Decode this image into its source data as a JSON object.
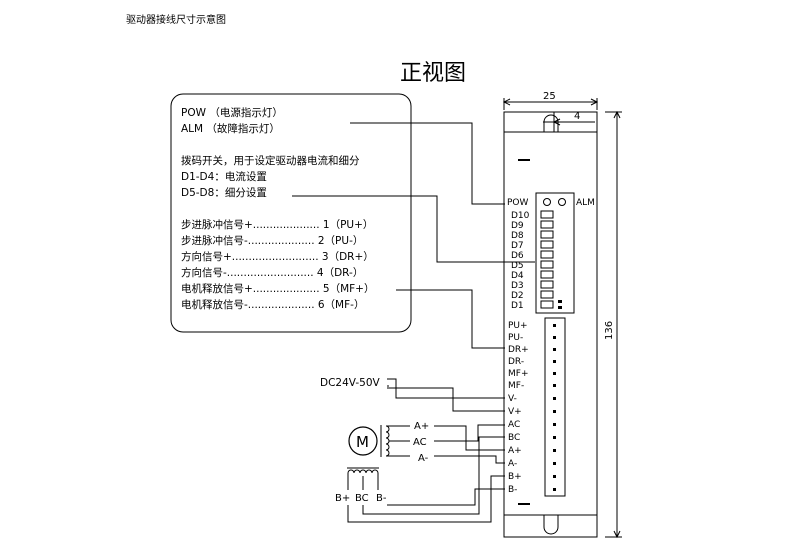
{
  "header": {
    "text": "驱动器接线尺寸示意图"
  },
  "title": "正视图",
  "legend": {
    "indicators": [
      "POW （电源指示灯）",
      "ALM （故障指示灯）"
    ],
    "dip_switch": [
      "拨码开关，用于设定驱动器电流和细分",
      "D1-D4：电流设置",
      "D5-D8：细分设置"
    ],
    "signals": [
      "步进脉冲信号+.................... 1（PU+）",
      "步进脉冲信号-.................... 2（PU-）",
      "方向信号+.......................... 3（DR+）",
      "方向信号-.......................... 4（DR-）",
      "电机释放信号+.................... 5（MF+）",
      "电机释放信号-.................... 6（MF-）"
    ]
  },
  "dimensions": {
    "width": "25",
    "slot": "4",
    "height": "136"
  },
  "driver": {
    "pow": "POW",
    "alm": "ALM",
    "dip_labels": [
      "D10",
      "D9",
      "D8",
      "D7",
      "D6",
      "D5",
      "D4",
      "D3",
      "D2",
      "D1"
    ],
    "terminals": [
      "PU+",
      "PU-",
      "DR+",
      "DR-",
      "MF+",
      "MF-",
      "V-",
      "V+",
      "AC",
      "BC",
      "A+",
      "A-",
      "B+",
      "B-"
    ]
  },
  "power": {
    "label": "DC24V-50V"
  },
  "motor": {
    "symbol": "M",
    "coil_a": [
      "A+",
      "AC",
      "A-"
    ],
    "coil_b": [
      "B+",
      "BC",
      "B-"
    ]
  }
}
